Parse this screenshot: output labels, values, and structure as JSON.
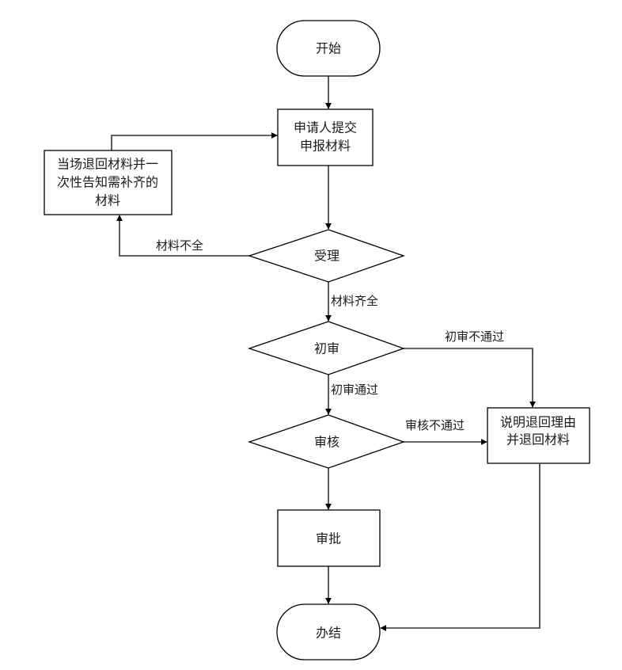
{
  "diagram": {
    "type": "flowchart",
    "nodes": {
      "start": {
        "label": "开始",
        "shape": "terminal"
      },
      "submit": {
        "lines": [
          "申请人提交",
          "申报材料"
        ],
        "shape": "process"
      },
      "return_materials": {
        "lines": [
          "当场退回材料并一",
          "次性告知需补齐的",
          "材料"
        ],
        "shape": "process"
      },
      "accept": {
        "label": "受理",
        "shape": "decision"
      },
      "initial_review": {
        "label": "初审",
        "shape": "decision"
      },
      "audit": {
        "label": "审核",
        "shape": "decision"
      },
      "reject": {
        "lines": [
          "说明退回理由",
          "并退回材料"
        ],
        "shape": "process"
      },
      "approve": {
        "label": "审批",
        "shape": "process"
      },
      "end": {
        "label": "办结",
        "shape": "terminal"
      }
    },
    "edges": {
      "start_to_submit": {
        "from": "start",
        "to": "submit",
        "label": ""
      },
      "submit_to_accept": {
        "from": "submit",
        "to": "accept",
        "label": ""
      },
      "accept_to_return": {
        "from": "accept",
        "to": "return_materials",
        "label": "材料不全"
      },
      "return_to_submit": {
        "from": "return_materials",
        "to": "submit",
        "label": ""
      },
      "accept_to_initial": {
        "from": "accept",
        "to": "initial_review",
        "label": "材料齐全"
      },
      "initial_to_reject": {
        "from": "initial_review",
        "to": "reject",
        "label": "初审不通过"
      },
      "initial_to_audit": {
        "from": "initial_review",
        "to": "audit",
        "label": "初审通过"
      },
      "audit_to_reject": {
        "from": "audit",
        "to": "reject",
        "label": "审核不通过"
      },
      "audit_to_approve": {
        "from": "audit",
        "to": "approve",
        "label": ""
      },
      "approve_to_end": {
        "from": "approve",
        "to": "end",
        "label": ""
      },
      "reject_to_end": {
        "from": "reject",
        "to": "end",
        "label": ""
      }
    }
  }
}
